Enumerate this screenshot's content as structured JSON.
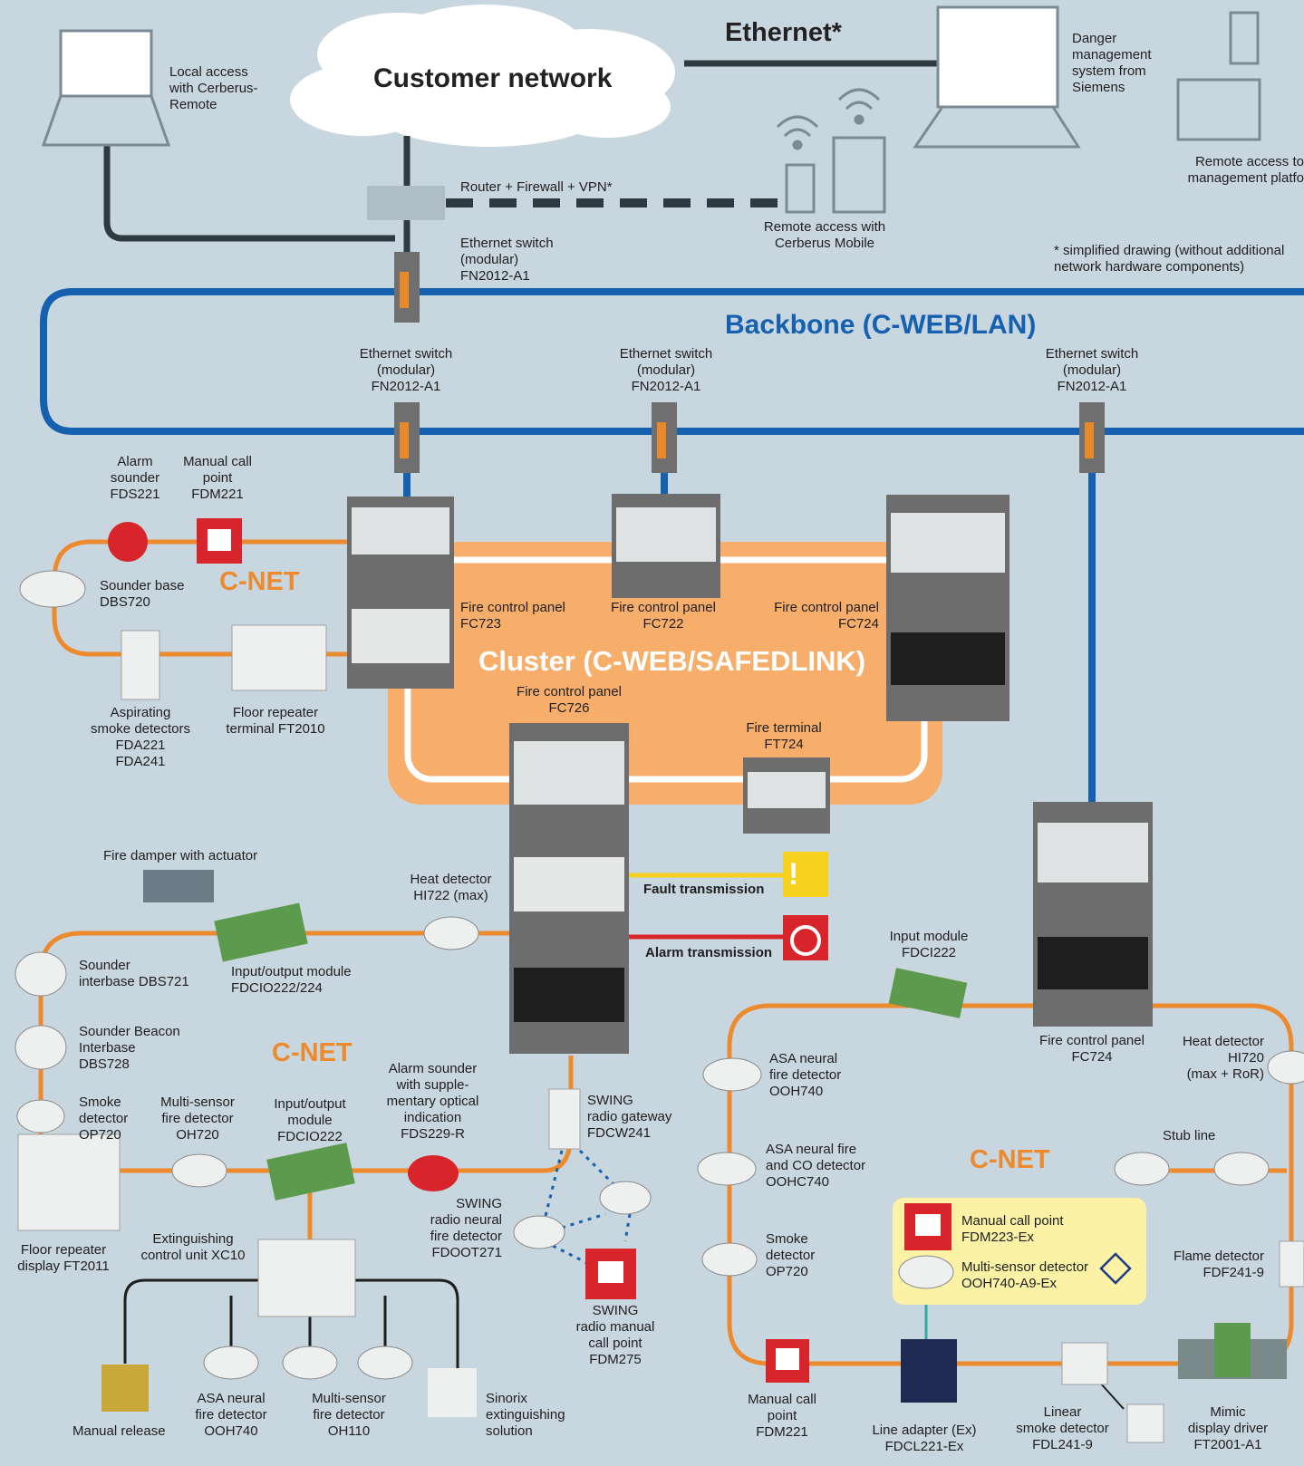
{
  "network": {
    "ethernet": "Ethernet*",
    "customer_network": "Customer network",
    "backbone": "Backbone (C-WEB/LAN)",
    "cluster": "Cluster (C-WEB/SAFEDLINK)",
    "note": "* simplified drawing (without additional\nnetwork hardware components)",
    "router": "Router + Firewall + VPN*"
  },
  "labels": {
    "local_access": "Local access\nwith Cerberus-\nRemote",
    "danger_mgmt": "Danger\nmanagement\nsystem from\nSiemens",
    "remote_platform": "Remote access to\nmanagement platfo",
    "remote_mobile": "Remote access with\nCerberus Mobile",
    "switch_top": "Ethernet switch\n(modular)\nFN2012-A1",
    "switch_1": "Ethernet switch\n(modular)\nFN2012-A1",
    "switch_2": "Ethernet switch\n(modular)\nFN2012-A1",
    "switch_3": "Ethernet switch\n(modular)\nFN2012-A1",
    "alarm_sounder_fds221": "Alarm\nsounder\nFDS221",
    "manual_call_fdm221_top": "Manual call\npoint\nFDM221",
    "sounder_base": "Sounder base\nDBS720",
    "aspirating": "Aspirating\nsmoke detectors\nFDA221\nFDA241",
    "floor_repeater_ft2010": "Floor repeater\nterminal FT2010",
    "fc723": "Fire control panel\nFC723",
    "fc722": "Fire control panel\nFC722",
    "fc724_top": "Fire control panel\nFC724",
    "fc726": "Fire control panel\nFC726",
    "ft724": "Fire terminal\nFT724",
    "fault_tx": "Fault transmission",
    "alarm_tx": "Alarm transmission",
    "fire_damper": "Fire damper with actuator",
    "heat_hi722": "Heat detector\nHI722 (max)",
    "io_fdcio222_224": "Input/output module\nFDCIO222/224",
    "sounder_interbase": "Sounder\ninterbase DBS721",
    "sounder_beacon": "Sounder Beacon\nInterbase\nDBS728",
    "smoke_op720_left": "Smoke\ndetector\nOP720",
    "multi_oh720": "Multi-sensor\nfire detector\nOH720",
    "io_fdcio222": "Input/output\nmodule\nFDCIO222",
    "alarm_fds229": "Alarm sounder\nwith supple-\nmentary optical\nindication\nFDS229-R",
    "swing_gateway": "SWING\nradio gateway\nFDCW241",
    "swing_neural": "SWING\nradio neural\nfire detector\nFDOOT271",
    "swing_manual": "SWING\nradio manual\ncall point\nFDM275",
    "floor_ft2011": "Floor repeater\ndisplay FT2011",
    "xc10": "Extinguishing\ncontrol unit XC10",
    "manual_release": "Manual release",
    "asa_ooh740_left": "ASA neural\nfire detector\nOOH740",
    "multi_oh110": "Multi-sensor\nfire detector\nOH110",
    "sinorix": "Sinorix\nextinguishing\nsolution",
    "input_fdci222": "Input module\nFDCI222",
    "fc724_right": "Fire control panel\nFC724",
    "heat_hi720": "Heat detector\nHI720\n(max + RoR)",
    "asa_ooh740_right": "ASA neural\nfire detector\nOOH740",
    "asa_oohc740": "ASA neural fire\nand CO detector\nOOHC740",
    "smoke_op720_right": "Smoke\ndetector\nOP720",
    "stub_line": "Stub line",
    "manual_fdm223ex": "Manual call point\nFDM223-Ex",
    "multi_ooh740ex": "Multi-sensor detector\nOOH740-A9-Ex",
    "flame_fdf241": "Flame detector\nFDF241-9",
    "manual_fdm221_bottom": "Manual call\npoint\nFDM221",
    "line_adapter": "Line adapter (Ex)\nFDCL221-Ex",
    "linear_fdl241": "Linear\nsmoke detector\nFDL241-9",
    "mimic": "Mimic\ndisplay driver\nFT2001-A1",
    "cnet": "C-NET"
  },
  "colors": {
    "background": "#c8d6df",
    "backbone_blue": "#1561b0",
    "cnet_orange": "#ee8a2e",
    "cluster_fill": "#f7ae6a",
    "dark_line": "#2e3a40",
    "fault_yellow": "#f6d21e",
    "alarm_red": "#d8242b",
    "ex_zone": "#fbf2a6"
  }
}
